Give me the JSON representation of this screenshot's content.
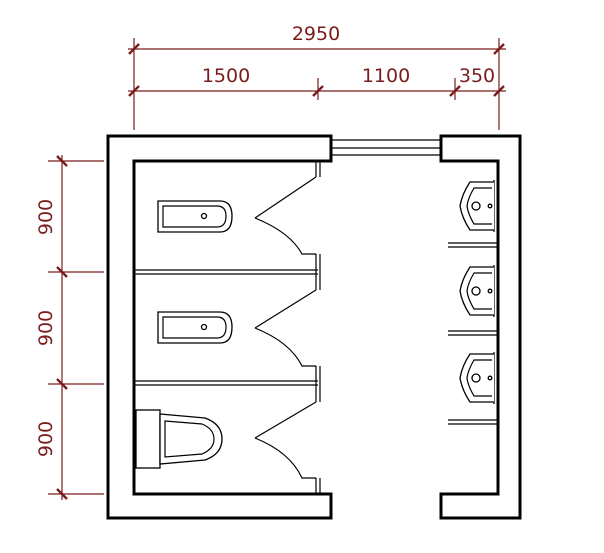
{
  "dimensions": {
    "overall_width": "2950",
    "segment_left": "1500",
    "segment_middle": "1100",
    "segment_right": "350",
    "stall_depth_1": "900",
    "stall_depth_2": "900",
    "stall_depth_3": "900"
  },
  "colors": {
    "dimension": "#7a1c1c",
    "walls": "#000000",
    "background": "#ffffff"
  },
  "fixtures": {
    "stalls": [
      "squat-toilet",
      "squat-toilet",
      "western-toilet"
    ],
    "urinals": 3
  }
}
